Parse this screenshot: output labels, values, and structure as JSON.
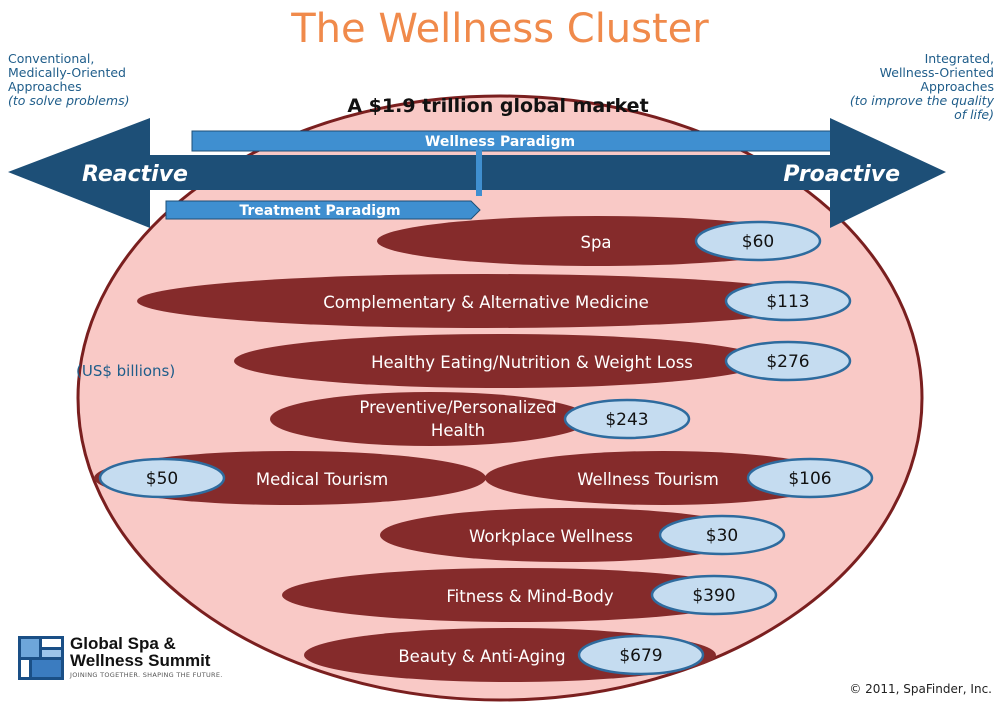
{
  "title": "The Wellness Cluster",
  "market_label": "A $1.9 trillion global market",
  "left_note": {
    "line1": "Conventional,",
    "line2": "Medically-Oriented",
    "line3": "Approaches",
    "line4": "(to solve problems)"
  },
  "right_note": {
    "line1": "Integrated,",
    "line2": "Wellness-Oriented",
    "line3": "Approaches",
    "line4": "(to improve the quality",
    "line5": "of life)"
  },
  "arrow": {
    "left_label": "Reactive",
    "right_label": "Proactive"
  },
  "paradigms": {
    "wellness": "Wellness Paradigm",
    "treatment": "Treatment Paradigm"
  },
  "units": "(US$ billions)",
  "segments": [
    {
      "label": "Spa",
      "value": "$60"
    },
    {
      "label": "Complementary & Alternative Medicine",
      "value": "$113"
    },
    {
      "label": "Healthy Eating/Nutrition & Weight Loss",
      "value": "$276"
    },
    {
      "label": "Preventive/Personalized",
      "label2": "Health",
      "value": "$243"
    },
    {
      "label": "Medical Tourism",
      "value": "$50"
    },
    {
      "label": "Wellness Tourism",
      "value": "$106"
    },
    {
      "label": "Workplace Wellness",
      "value": "$30"
    },
    {
      "label": "Fitness & Mind-Body",
      "value": "$390"
    },
    {
      "label": "Beauty & Anti-Aging",
      "value": "$679"
    }
  ],
  "logo": {
    "line1": "Global Spa &",
    "line2": "Wellness Summit",
    "tagline": "JOINING TOGETHER. SHAPING THE FUTURE."
  },
  "copyright": "© 2011, SpaFinder, Inc.",
  "colors": {
    "title": "#f08a4b",
    "oval_fill": "#f9c9c6",
    "segment_fill": "#852b2b",
    "value_fill": "#c5dcf0",
    "value_stroke": "#2e6b9e",
    "arrow": "#1d4f77",
    "paradigm_bar": "#3f8fd0"
  }
}
